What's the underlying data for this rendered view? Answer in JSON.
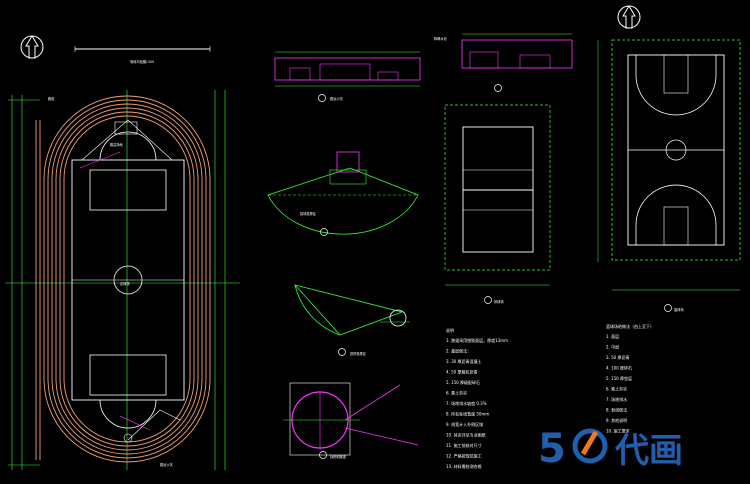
{
  "drawing": {
    "main_title": "场地平面图",
    "scale_main": "1:500",
    "field_label": "足球场",
    "track_label": "跑道",
    "long_jump_label": "跳远沙坑",
    "high_jump_label": "跳高场地",
    "shotput_label": "铅球投掷区",
    "discus_label": "铁饼投掷区",
    "javelin_label": "标枪助跑道",
    "volleyball_label": "排球场",
    "basketball_label": "篮球场",
    "steeple_label": "障碍水池"
  },
  "notes_left": {
    "heading": "说明",
    "lines": [
      "1. 跑道采用塑胶面层，厚度13mm",
      "2. 基层做法：",
      "3. 30 厚沥青混凝土",
      "4. 50 厚粗粒沥青",
      "5. 150 厚级配碎石",
      "6. 素土夯实",
      "7. 场地排水坡度 0.3%",
      "8. 所有标线宽度 50mm",
      "9. 线宽计入外侧区域",
      "10. 其余详见专业图纸",
      "11. 施工前核对尺寸",
      "12. 严格按规范施工",
      "13. 材料需检测合格"
    ]
  },
  "notes_right": {
    "heading": "篮球场地做法（由上至下）",
    "lines": [
      "1. 面层",
      "2. 中层",
      "3. 50 厚沥青",
      "4. 100 厚碎石",
      "5. 150 厚垫层",
      "6. 素土夯实",
      "7. 场地排水",
      "8. 划线做法",
      "9. 其他说明",
      "10. 施工要求"
    ]
  },
  "watermark": {
    "brand_num": "5",
    "brand_cn": "代画"
  },
  "colors": {
    "bg": "#000000",
    "green": "#33ff33",
    "magenta": "#ff33ff",
    "white": "#ffffff",
    "salmon": "#f0a070",
    "logo_blue": "#1f5fae",
    "logo_orange": "#f07820"
  }
}
